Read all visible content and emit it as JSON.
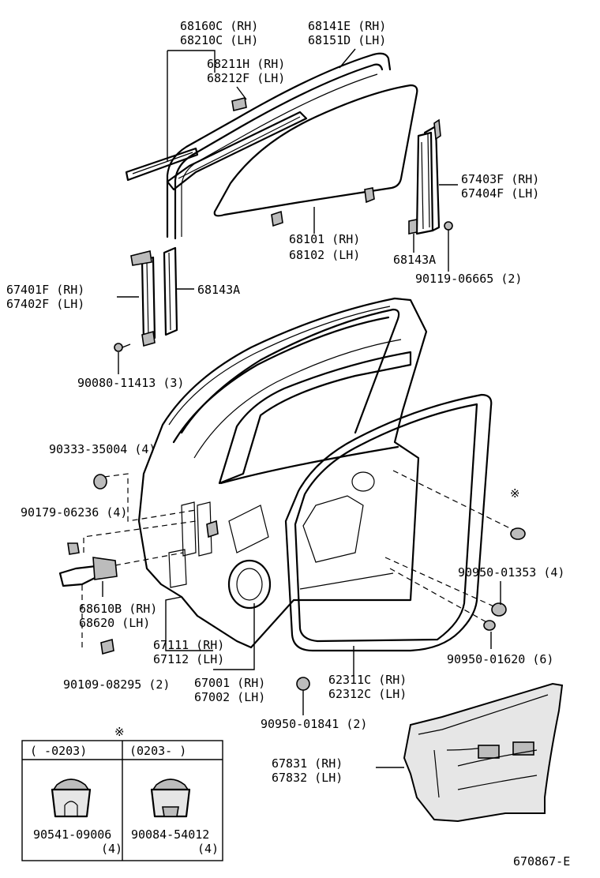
{
  "diagram_code": "670867-E",
  "callouts": {
    "p68160": [
      "68160C (RH)",
      "68210C (LH)"
    ],
    "p68141": [
      "68141E (RH)",
      "68151D (LH)"
    ],
    "p68211": [
      "68211H (RH)",
      "68212F (LH)"
    ],
    "p67403": [
      "67403F (RH)",
      "67404F (LH)"
    ],
    "p68101": [
      "68101 (RH)",
      "68102 (LH)"
    ],
    "p68143a_right": [
      "68143A"
    ],
    "p90119": [
      "90119-06665 (2)"
    ],
    "p67401": [
      "67401F (RH)",
      "67402F (LH)"
    ],
    "p68143a_left": [
      "68143A"
    ],
    "p90080": [
      "90080-11413 (3)"
    ],
    "p90333": [
      "90333-35004 (4)"
    ],
    "p90179": [
      "90179-06236 (4)"
    ],
    "p68610": [
      "68610B (RH)",
      "68620  (LH)"
    ],
    "p67111": [
      "67111 (RH)",
      "67112 (LH)"
    ],
    "p90109": [
      "90109-08295 (2)"
    ],
    "p67001": [
      "67001 (RH)",
      "67002 (LH)"
    ],
    "p62311": [
      "62311C (RH)",
      "62312C (LH)"
    ],
    "p90950_1353": [
      "90950-01353 (4)"
    ],
    "p90950_1620": [
      "90950-01620 (6)"
    ],
    "p90950_1841": [
      "90950-01841 (2)"
    ],
    "p67831": [
      "67831 (RH)",
      "67832 (LH)"
    ]
  },
  "note_mark": "※",
  "clip_table": {
    "mark": "※",
    "col1_header": "(      -0203)",
    "col2_header": "(0203-      )",
    "col1_part": "90541-09006",
    "col1_qty": "(4)",
    "col2_part": "90084-54012",
    "col2_qty": "(4)"
  }
}
